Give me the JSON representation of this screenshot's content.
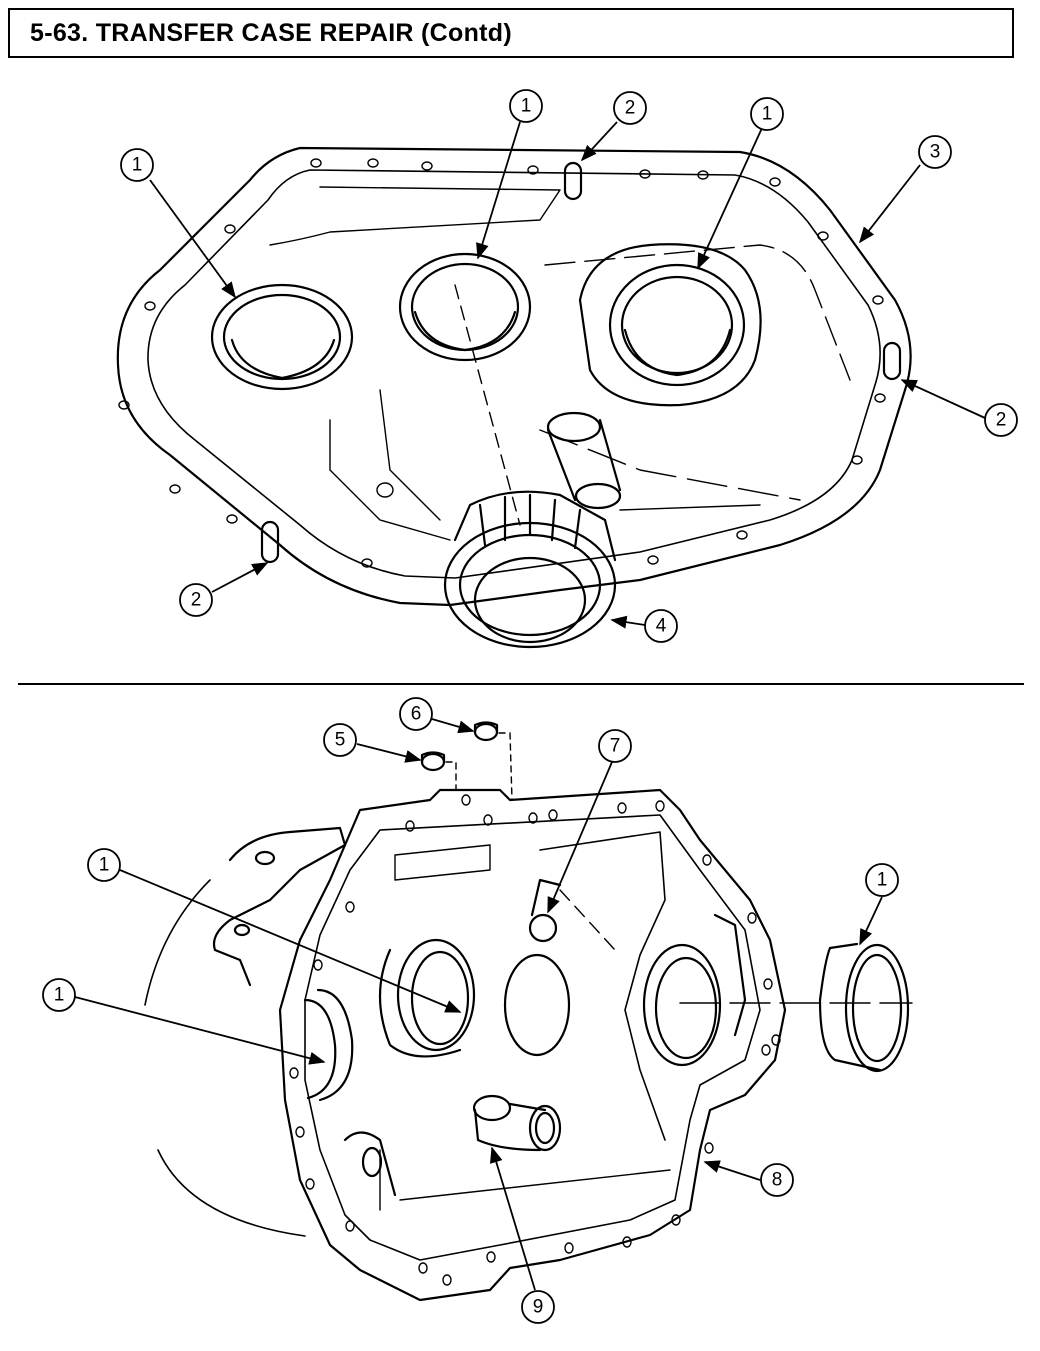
{
  "header": {
    "title": "5-63.  TRANSFER CASE REPAIR (Contd)"
  },
  "top_figure": {
    "callouts": [
      {
        "id": "c1a",
        "number": "1"
      },
      {
        "id": "c1b",
        "number": "1"
      },
      {
        "id": "c2a",
        "number": "2"
      },
      {
        "id": "c1c",
        "number": "1"
      },
      {
        "id": "c3",
        "number": "3"
      },
      {
        "id": "c2b",
        "number": "2"
      },
      {
        "id": "c2c",
        "number": "2"
      },
      {
        "id": "c4",
        "number": "4"
      }
    ]
  },
  "bottom_figure": {
    "callouts": [
      {
        "id": "c6",
        "number": "6"
      },
      {
        "id": "c5",
        "number": "5"
      },
      {
        "id": "c7",
        "number": "7"
      },
      {
        "id": "c1d",
        "number": "1"
      },
      {
        "id": "c1e",
        "number": "1"
      },
      {
        "id": "c1f",
        "number": "1"
      },
      {
        "id": "c8",
        "number": "8"
      },
      {
        "id": "c9",
        "number": "9"
      }
    ]
  }
}
